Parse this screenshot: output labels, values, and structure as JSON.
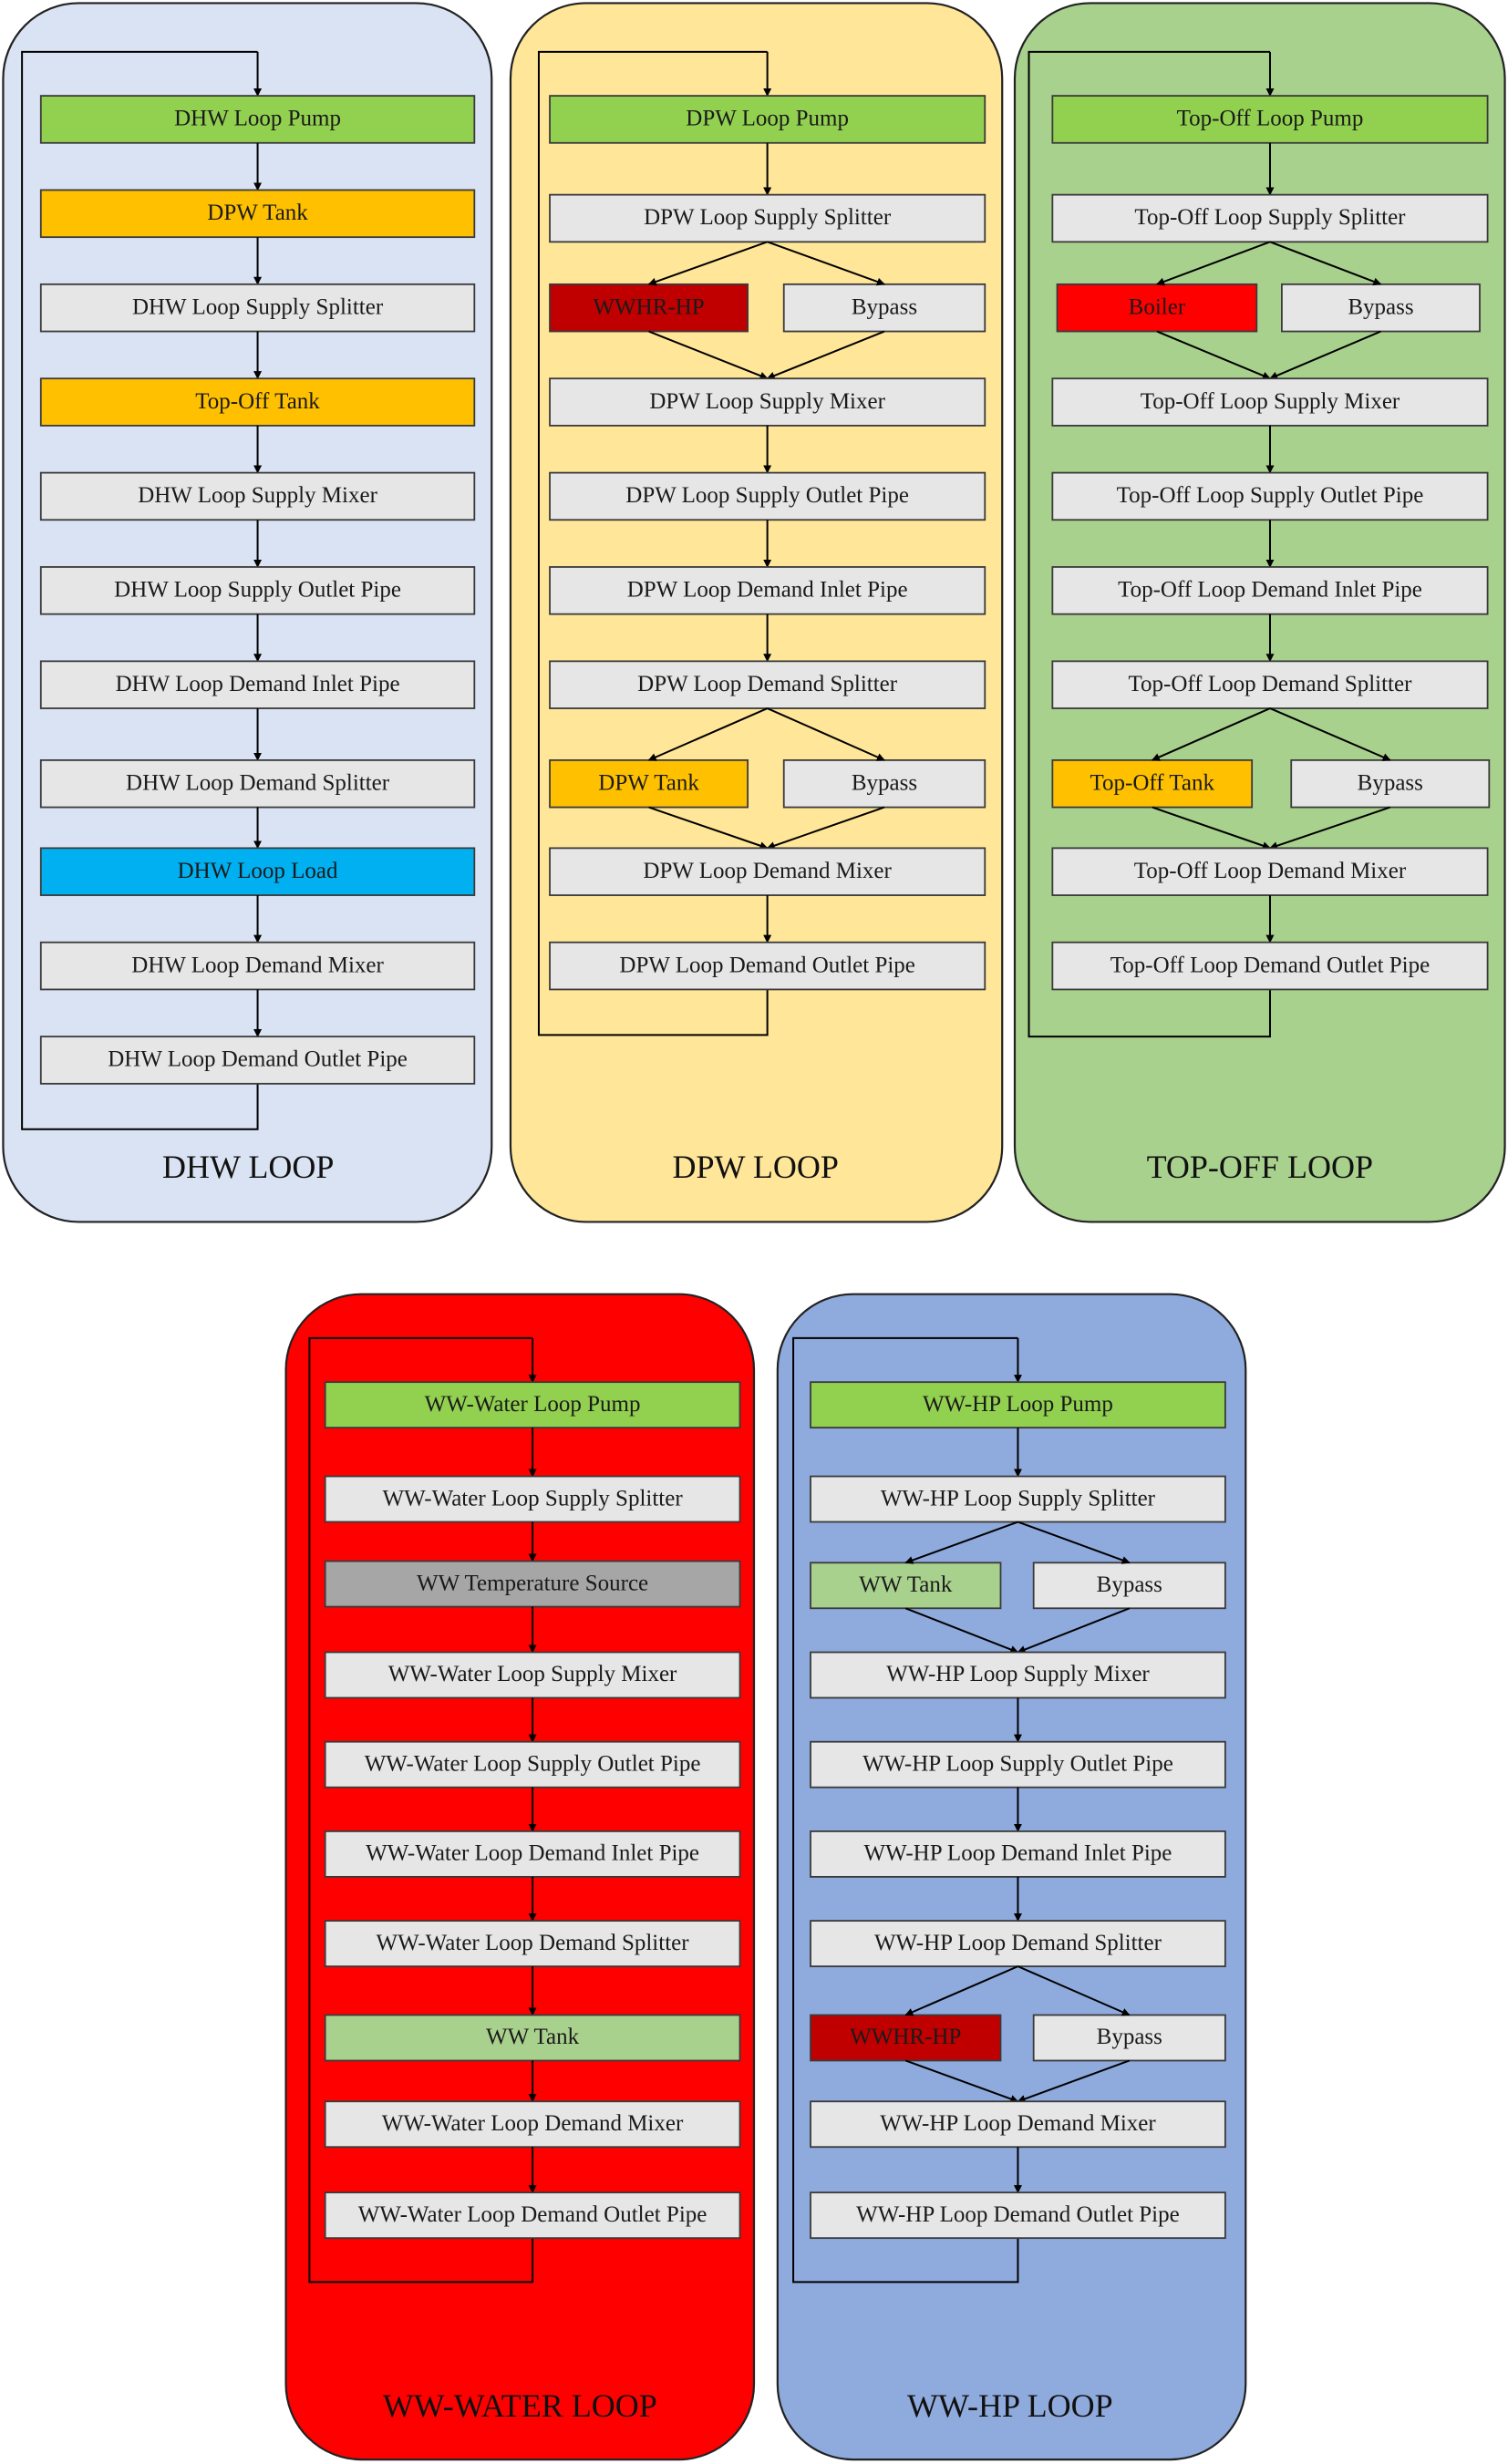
{
  "colors": {
    "pump": "#92d050",
    "tank_orange": "#ffc000",
    "component": "#e7e6e6",
    "load": "#00b0f0",
    "heat_pump": "#c00000",
    "boiler": "#ff0000",
    "ww_tank": "#a9d18e",
    "temperature_source": "#a6a6a6"
  },
  "loops": [
    {
      "title": "DHW LOOP",
      "background": "#dae3f3",
      "nodes": [
        {
          "label": "DHW Loop Pump",
          "kind": "pump"
        },
        {
          "label": "DPW Tank",
          "kind": "tank_orange"
        },
        {
          "label": "DHW Loop Supply Splitter",
          "kind": "component"
        },
        {
          "label": "Top-Off Tank",
          "kind": "tank_orange"
        },
        {
          "label": "DHW Loop Supply Mixer",
          "kind": "component"
        },
        {
          "label": "DHW Loop Supply Outlet Pipe",
          "kind": "component"
        },
        {
          "label": "DHW Loop Demand Inlet Pipe",
          "kind": "component"
        },
        {
          "label": "DHW Loop Demand Splitter",
          "kind": "component"
        },
        {
          "label": "DHW Loop Load",
          "kind": "load"
        },
        {
          "label": "DHW Loop Demand Mixer",
          "kind": "component"
        },
        {
          "label": "DHW Loop Demand Outlet Pipe",
          "kind": "component"
        }
      ]
    },
    {
      "title": "DPW LOOP",
      "background": "#ffe699",
      "nodes": [
        {
          "label": "DPW Loop Pump",
          "kind": "pump"
        },
        {
          "label": "DPW Loop Supply Splitter",
          "kind": "component"
        },
        {
          "branch": [
            {
              "label": "WWHR-HP",
              "kind": "heat_pump"
            },
            {
              "label": "Bypass",
              "kind": "component"
            }
          ]
        },
        {
          "label": "DPW Loop Supply Mixer",
          "kind": "component"
        },
        {
          "label": "DPW Loop Supply Outlet Pipe",
          "kind": "component"
        },
        {
          "label": "DPW Loop Demand Inlet Pipe",
          "kind": "component"
        },
        {
          "label": "DPW Loop Demand Splitter",
          "kind": "component"
        },
        {
          "branch": [
            {
              "label": "DPW Tank",
              "kind": "tank_orange"
            },
            {
              "label": "Bypass",
              "kind": "component"
            }
          ]
        },
        {
          "label": "DPW Loop Demand Mixer",
          "kind": "component"
        },
        {
          "label": "DPW Loop Demand Outlet Pipe",
          "kind": "component"
        }
      ]
    },
    {
      "title": "TOP-OFF  LOOP",
      "background": "#a9d18e",
      "nodes": [
        {
          "label": "Top-Off Loop Pump",
          "kind": "pump"
        },
        {
          "label": "Top-Off Loop Supply Splitter",
          "kind": "component"
        },
        {
          "branch": [
            {
              "label": "Boiler",
              "kind": "boiler"
            },
            {
              "label": "Bypass",
              "kind": "component"
            }
          ]
        },
        {
          "label": "Top-Off Loop Supply Mixer",
          "kind": "component"
        },
        {
          "label": "Top-Off Loop Supply Outlet Pipe",
          "kind": "component"
        },
        {
          "label": "Top-Off Loop Demand Inlet Pipe",
          "kind": "component"
        },
        {
          "label": "Top-Off Loop Demand Splitter",
          "kind": "component"
        },
        {
          "branch": [
            {
              "label": "Top-Off Tank",
              "kind": "tank_orange"
            },
            {
              "label": "Bypass",
              "kind": "component"
            }
          ]
        },
        {
          "label": "Top-Off Loop Demand Mixer",
          "kind": "component"
        },
        {
          "label": "Top-Off Loop Demand Outlet Pipe",
          "kind": "component"
        }
      ]
    },
    {
      "title": "WW-WATER LOOP",
      "background": "#ff0000",
      "nodes": [
        {
          "label": "WW-Water Loop Pump",
          "kind": "pump"
        },
        {
          "label": "WW-Water Loop Supply Splitter",
          "kind": "component"
        },
        {
          "label": "WW Temperature Source",
          "kind": "temperature_source"
        },
        {
          "label": "WW-Water Loop Supply Mixer",
          "kind": "component"
        },
        {
          "label": "WW-Water Loop Supply Outlet Pipe",
          "kind": "component"
        },
        {
          "label": "WW-Water Loop Demand Inlet Pipe",
          "kind": "component"
        },
        {
          "label": "WW-Water Loop Demand Splitter",
          "kind": "component"
        },
        {
          "label": "WW Tank",
          "kind": "ww_tank"
        },
        {
          "label": "WW-Water Loop Demand Mixer",
          "kind": "component"
        },
        {
          "label": "WW-Water Loop Demand Outlet Pipe",
          "kind": "component"
        }
      ]
    },
    {
      "title": "WW-HP LOOP",
      "background": "#8faadc",
      "nodes": [
        {
          "label": "WW-HP Loop Pump",
          "kind": "pump"
        },
        {
          "label": "WW-HP Loop Supply Splitter",
          "kind": "component"
        },
        {
          "branch": [
            {
              "label": "WW Tank",
              "kind": "ww_tank"
            },
            {
              "label": "Bypass",
              "kind": "component"
            }
          ]
        },
        {
          "label": "WW-HP Loop Supply Mixer",
          "kind": "component"
        },
        {
          "label": "WW-HP Loop Supply Outlet Pipe",
          "kind": "component"
        },
        {
          "label": "WW-HP Loop Demand Inlet Pipe",
          "kind": "component"
        },
        {
          "label": "WW-HP Loop Demand Splitter",
          "kind": "component"
        },
        {
          "branch": [
            {
              "label": "WWHR-HP",
              "kind": "heat_pump"
            },
            {
              "label": "Bypass",
              "kind": "component"
            }
          ]
        },
        {
          "label": "WW-HP Loop Demand Mixer",
          "kind": "component"
        },
        {
          "label": "WW-HP Loop Demand Outlet Pipe",
          "kind": "component"
        }
      ]
    }
  ]
}
